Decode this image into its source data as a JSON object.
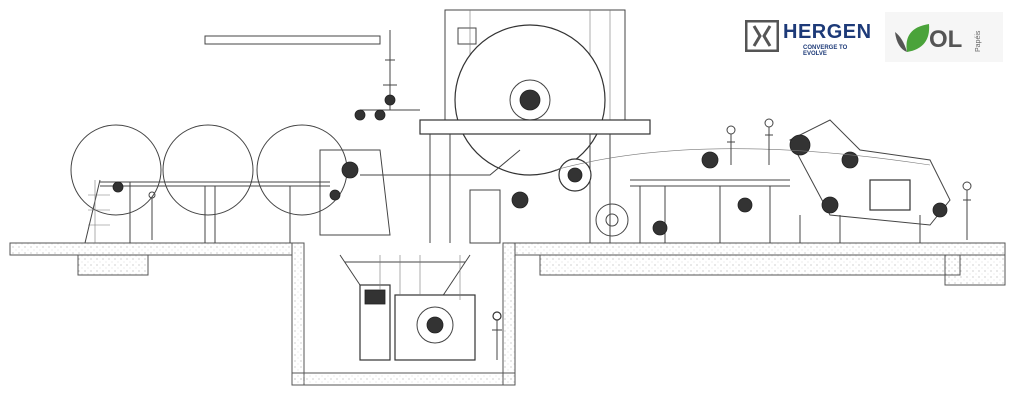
{
  "diagram": {
    "title_visible": false,
    "subject": "paper-machine-side-elevation"
  },
  "logos": {
    "hergen": {
      "name": "HERGEN",
      "tagline": "CONVERGE TO EVOLVE",
      "color": "#1d3a78"
    },
    "ol": {
      "name": "OL",
      "tagline": "Papéis",
      "color": "#4aa33a"
    }
  }
}
